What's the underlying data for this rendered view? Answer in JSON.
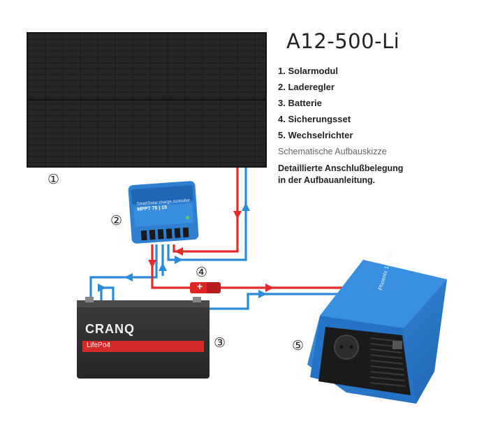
{
  "product": {
    "model": "A12-500-Li"
  },
  "legend": [
    "1. Solarmodul",
    "2. Laderegler",
    "3. Batterie",
    "4. Sicherungsset",
    "5. Wechselrichter"
  ],
  "caption": {
    "subtitle": "Schematische Aufbauskizze",
    "note_line1": "Detaillierte Anschlußbelegung",
    "note_line2": "in der Aufbauanleitung."
  },
  "components": {
    "solar_panel": {
      "marker": "①"
    },
    "charge_controller": {
      "marker": "②",
      "label_line1": "SmartSolar charge controller",
      "label_line2": "MPPT 75 | 15"
    },
    "battery": {
      "marker": "③",
      "brand": "CRANQ",
      "type": "LifePo4"
    },
    "fuse": {
      "marker": "④",
      "symbol": "+"
    },
    "inverter": {
      "marker": "⑤",
      "label": "Phoenix 12 | 500"
    }
  },
  "colors": {
    "positive_wire": "#e32b2b",
    "negative_wire": "#2b8bd8",
    "panel": "#1b1b1b",
    "controller": "#2f7fd1",
    "inverter": "#2a7fd4",
    "battery": "#2c2c2c",
    "battery_band": "#d42a2a"
  }
}
